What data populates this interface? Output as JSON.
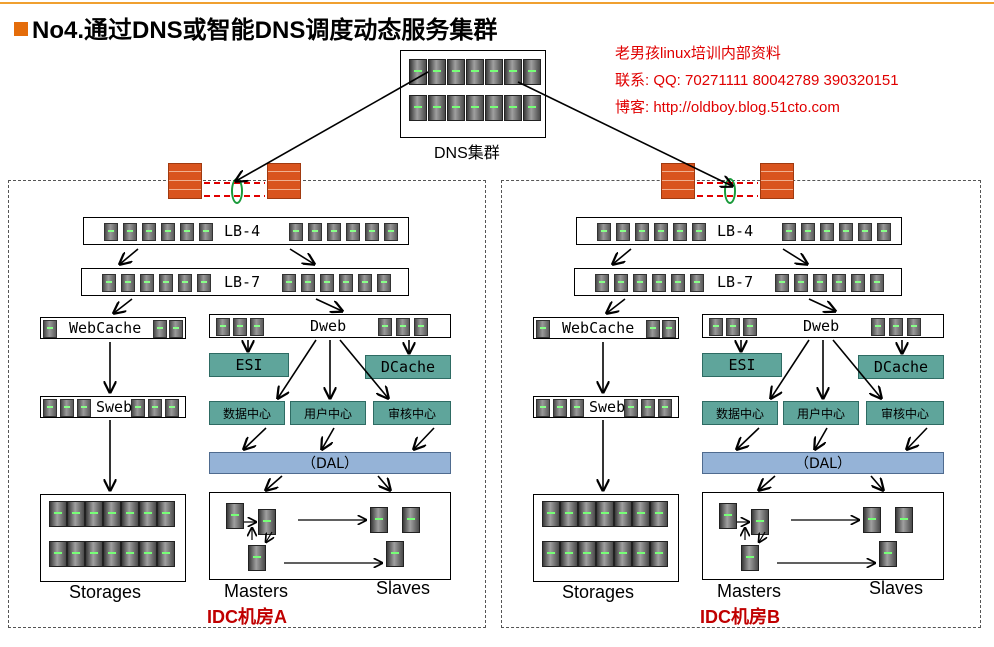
{
  "title": "No4.通过DNS或智能DNS调度动态服务集群",
  "info": {
    "line1": "老男孩linux培训内部资料",
    "line2": "联系: QQ: 70271111 80042789 390320151",
    "line3": "博客: http://oldboy.blog.51cto.com"
  },
  "dns_label": "DNS集群",
  "colors": {
    "accent": "#e46c0a",
    "info_red": "#e00000",
    "idc_red": "#c00000",
    "teal": "#5fa59b",
    "dal": "#95b3d7"
  },
  "sites": [
    {
      "lb4": "LB-4",
      "lb7": "LB-7",
      "webcache": "WebCache",
      "sweb": "Sweb",
      "dweb": "Dweb",
      "esi": "ESI",
      "dcache": "DCache",
      "services": [
        "数据中心",
        "用户中心",
        "审核中心"
      ],
      "dal": "（DAL）",
      "storages": "Storages",
      "masters": "Masters",
      "slaves": "Slaves",
      "idc": "IDC机房A"
    },
    {
      "lb4": "LB-4",
      "lb7": "LB-7",
      "webcache": "WebCache",
      "sweb": "Sweb",
      "dweb": "Dweb",
      "esi": "ESI",
      "dcache": "DCache",
      "services": [
        "数据中心",
        "用户中心",
        "审核中心"
      ],
      "dal": "（DAL）",
      "storages": "Storages",
      "masters": "Masters",
      "slaves": "Slaves",
      "idc": "IDC机房B"
    }
  ]
}
